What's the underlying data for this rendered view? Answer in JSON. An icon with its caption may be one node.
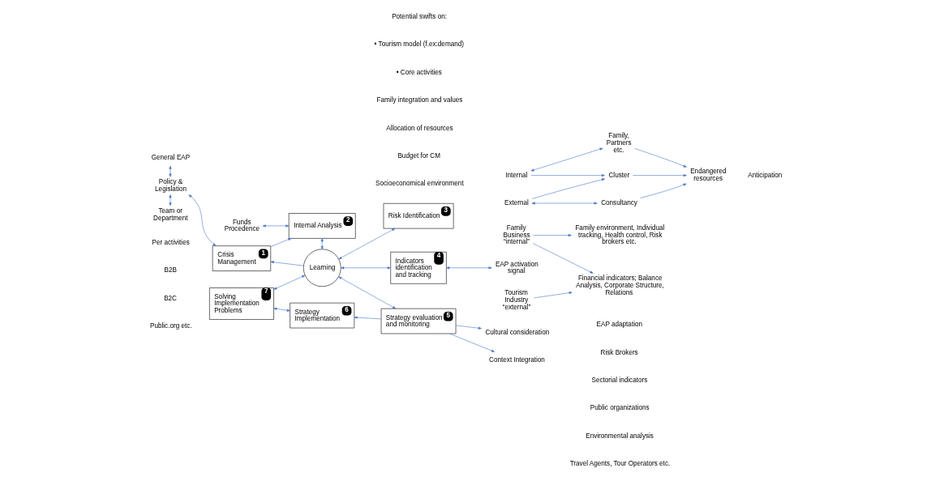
{
  "diagram": {
    "nodes": [
      {
        "text": [
          "Funds Procedence"
        ]
      },
      {
        "text": [
          "Internal Analysis",
          "2"
        ]
      },
      {
        "text": [
          "Crisis Management",
          "1"
        ]
      },
      {
        "text": [
          "Learning"
        ]
      },
      {
        "text": [
          "General EAP"
        ]
      },
      {
        "text": [
          "Policy & Legislation"
        ]
      },
      {
        "text": [
          "Team or Department"
        ]
      },
      {
        "text": [
          "Risk Identification",
          "3"
        ]
      },
      {
        "text": [
          "Internal"
        ]
      },
      {
        "text": [
          "Family, Partners etc."
        ]
      },
      {
        "text": [
          "Cluster"
        ]
      },
      {
        "text": [
          "Endangered resources"
        ]
      },
      {
        "text": [
          "External"
        ]
      },
      {
        "text": [
          "Consultancy"
        ]
      },
      {
        "text": [
          "Strategy evaluation and monitoring",
          "5"
        ]
      },
      {
        "text": [
          "Indicators identification and tracking",
          "4"
        ]
      },
      {
        "text": [
          "Solving Implementation Problems",
          "7"
        ]
      },
      {
        "text": [
          "Strategy Implementation",
          "6"
        ]
      },
      {
        "text": [
          "Context Integration"
        ]
      },
      {
        "text": [
          "Cultural consideration"
        ]
      },
      {
        "text": [
          "EAP activation signal"
        ]
      },
      {
        "text": [
          "Tourism Industry “external”"
        ]
      },
      {
        "text": [
          "Family Business “internal”"
        ]
      },
      {
        "text": [
          "Financial indicators; Balance Analysis, Corporate Structure, Relations"
        ]
      },
      {
        "text": [
          "Family environment, Individual tracking, Health control, Risk brokers etc."
        ]
      }
    ],
    "edges": [
      {
        "from": 0,
        "to": 1,
        "arrow": "both"
      },
      {
        "from": 2,
        "to": 1,
        "arrow": "to"
      },
      {
        "from": 1,
        "to": 3,
        "arrow": "both"
      },
      {
        "from": 3,
        "to": 2,
        "arrow": "to"
      },
      {
        "from": 4,
        "to": 5,
        "arrow": "both"
      },
      {
        "from": 5,
        "to": 2,
        "arrow": "both"
      },
      {
        "from": 5,
        "to": 6,
        "arrow": "both"
      },
      {
        "from": 3,
        "to": 7,
        "arrow": "both"
      },
      {
        "from": 8,
        "to": 9,
        "arrow": "both"
      },
      {
        "from": 8,
        "to": 10,
        "arrow": "to"
      },
      {
        "from": 10,
        "to": 11,
        "arrow": "to"
      },
      {
        "from": 12,
        "to": 10,
        "arrow": "to"
      },
      {
        "from": 12,
        "to": 13,
        "arrow": "both"
      },
      {
        "from": 13,
        "to": 11,
        "arrow": "to"
      },
      {
        "from": 9,
        "to": 11,
        "arrow": "to"
      },
      {
        "from": 3,
        "to": 14,
        "arrow": "both"
      },
      {
        "from": 3,
        "to": 15,
        "arrow": "both"
      },
      {
        "from": 3,
        "to": 16,
        "arrow": "both"
      },
      {
        "from": 14,
        "to": 17,
        "arrow": "to"
      },
      {
        "from": 16,
        "to": 17,
        "arrow": "both"
      },
      {
        "from": 14,
        "to": 18,
        "arrow": "to"
      },
      {
        "from": 14,
        "to": 19,
        "arrow": "to"
      },
      {
        "from": 15,
        "to": 20,
        "arrow": "both"
      },
      {
        "from": 21,
        "to": 23,
        "arrow": "to"
      },
      {
        "from": 22,
        "to": 23,
        "arrow": "to"
      },
      {
        "from": 22,
        "to": 24,
        "arrow": "to"
      }
    ],
    "labels": [
      "Per activities",
      "B2B",
      "B2C",
      "Public.org etc.",
      "Potential swifts on:",
      "• Tourism model (f.ex:demand)",
      "• Core activities",
      "Family integration and values",
      "Allocation of resources",
      "Budget for CM",
      "Socioeconomical environment",
      "Anticipation",
      "Risk Brokers",
      "Sectorial indicators",
      "Public organizations",
      "Environmental analysis",
      "Travel Agents, Tour Operators etc.",
      "EAP adaptation"
    ]
  }
}
